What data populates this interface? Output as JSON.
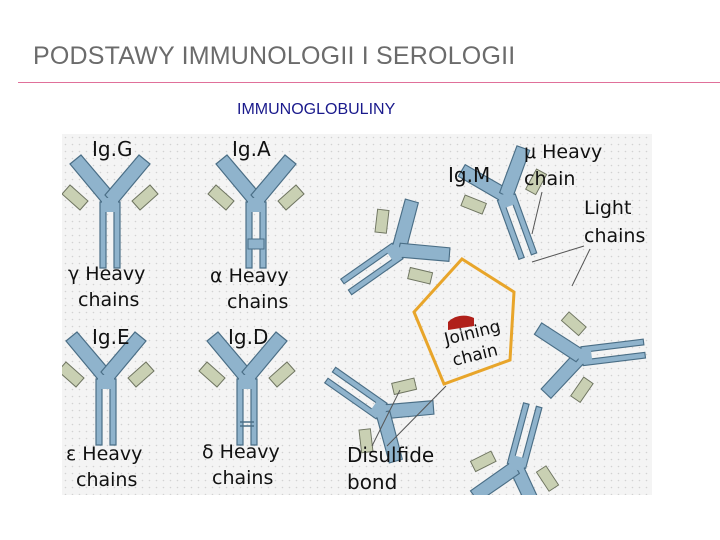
{
  "slide": {
    "title": "PODSTAWY IMMUNOLOGII I SEROLOGII",
    "subtitle": "IMMUNOGLOBULINY"
  },
  "diagram": {
    "labels": {
      "igg": "Ig.G",
      "iga": "Ig.A",
      "igm": "Ig.M",
      "ige": "Ig.E",
      "igd": "Ig.D",
      "gamma": "γ Heavy",
      "alpha": "α Heavy",
      "epsilon": "ε Heavy",
      "delta": "δ Heavy",
      "chains": "chains",
      "mu_heavy": "μ Heavy",
      "chain": "chain",
      "light": "Light",
      "joining": "Joining",
      "joining_chain": "chain",
      "disulfide": "Disulfide",
      "bond": "bond"
    },
    "colors": {
      "background": "#f4f4f4",
      "grid_dot": "#d2d2d2",
      "heavy_chain": "#8fb3cc",
      "heavy_outline": "#4a6e86",
      "light_chain": "#c9d0b3",
      "light_outline": "#6e7460",
      "joining_chain": "#b0201a",
      "disulfide": "#e8a52a",
      "pointer": "#555555"
    }
  }
}
